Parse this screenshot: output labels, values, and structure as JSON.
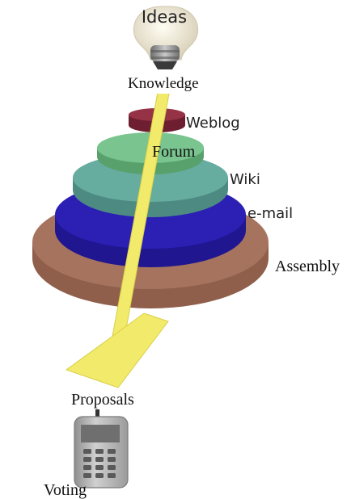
{
  "bulb": {
    "text": "Ideas",
    "colors": {
      "glass": "#efe9d6",
      "base": "#8a8a8a"
    }
  },
  "labels": {
    "knowledge": "Knowledge",
    "weblog": "Weblog",
    "forum": "Forum",
    "wiki": "Wiki",
    "email": "e-mail",
    "assembly": "Assembly",
    "proposals": "Proposals",
    "voting": "Voting"
  },
  "layers": [
    {
      "id": "assembly",
      "color": "#a6735f"
    },
    {
      "id": "email",
      "color": "#2c1fb4"
    },
    {
      "id": "wiki",
      "color": "#5ea49a"
    },
    {
      "id": "forum",
      "color": "#6fbd86"
    },
    {
      "id": "weblog",
      "color": "#8a2c3f"
    }
  ],
  "arrow": {
    "color": "#f2ea6a"
  },
  "phone": {
    "colors": {
      "body": "#b3b3b3",
      "screen": "#6f6f6f",
      "keys": "#555555"
    }
  }
}
